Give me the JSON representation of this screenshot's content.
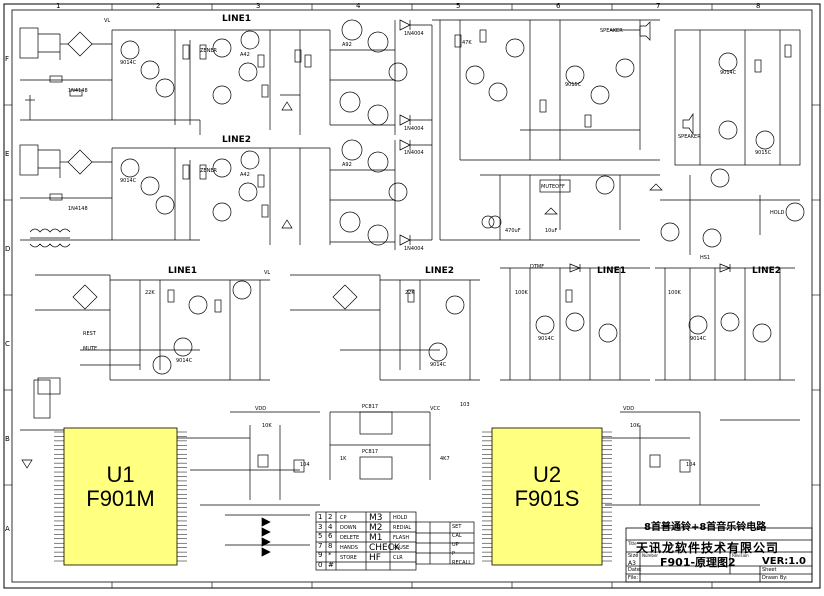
{
  "ics": {
    "u1": {
      "ref": "U1",
      "part": "F901M"
    },
    "u2": {
      "ref": "U2",
      "part": "F901S"
    }
  },
  "nets": {
    "line1": "LINE1",
    "line2": "LINE2",
    "vl": "VL",
    "vcc": "VCC",
    "vdd": "VDD",
    "rest": "REST",
    "mute": "MUTE",
    "muteoff": "MUTEOFF",
    "hold": "HOLD",
    "dtmf": "DTMF"
  },
  "components": {
    "diode_part": "1N4004",
    "zener_part": "ZENER",
    "transistor_npn": "9014C",
    "transistor_pnp": "9015C",
    "transistor_a42": "A42",
    "transistor_a92": "A92",
    "bridge_part": "1N4148",
    "relay": "HS1",
    "opto": "PC817",
    "speaker": "SPEAKER",
    "buzzer": "SPEAKER",
    "res_10k": "10K",
    "res_1k": "1K",
    "res_47k": "47K",
    "res_22k": "22K",
    "res_100k": "100K",
    "res_4k7": "4K7",
    "cap_104": "104",
    "cap_103": "103",
    "cap_470": "470uF",
    "cap_10u": "10uF"
  },
  "keypad": {
    "keys": [
      "1",
      "2",
      "3",
      "4",
      "5",
      "6",
      "7",
      "8",
      "9",
      "*",
      "0",
      "#"
    ],
    "functions": [
      "CP",
      "M3",
      "DOWN",
      "M2",
      "DELETE",
      "M1",
      "HANDS",
      "CHECK",
      "STORE",
      "HF"
    ],
    "side": [
      "HOLD",
      "REDIAL",
      "FLASH",
      "PAUSE",
      "CLR"
    ],
    "right": [
      "SET",
      "CAL",
      "UP",
      "P",
      "RECALL"
    ]
  },
  "title_block": {
    "heading": "8首普通铃+8首音乐铃电路",
    "company": "天讯龙软件技术有限公司",
    "drawing": "F901-原理图2",
    "version": "VER:1.0",
    "size_label": "Size",
    "size": "A3",
    "date_label": "Date:",
    "file_label": "File:",
    "sheet_label": "Sheet",
    "drawn_label": "Drawn By:",
    "number_label": "Number",
    "revision_label": "Revision",
    "title_label": "Title"
  },
  "grid": {
    "columns": [
      "1",
      "2",
      "3",
      "4",
      "5",
      "6",
      "7",
      "8"
    ],
    "rows": [
      "A",
      "B",
      "C",
      "D",
      "E",
      "F"
    ]
  }
}
